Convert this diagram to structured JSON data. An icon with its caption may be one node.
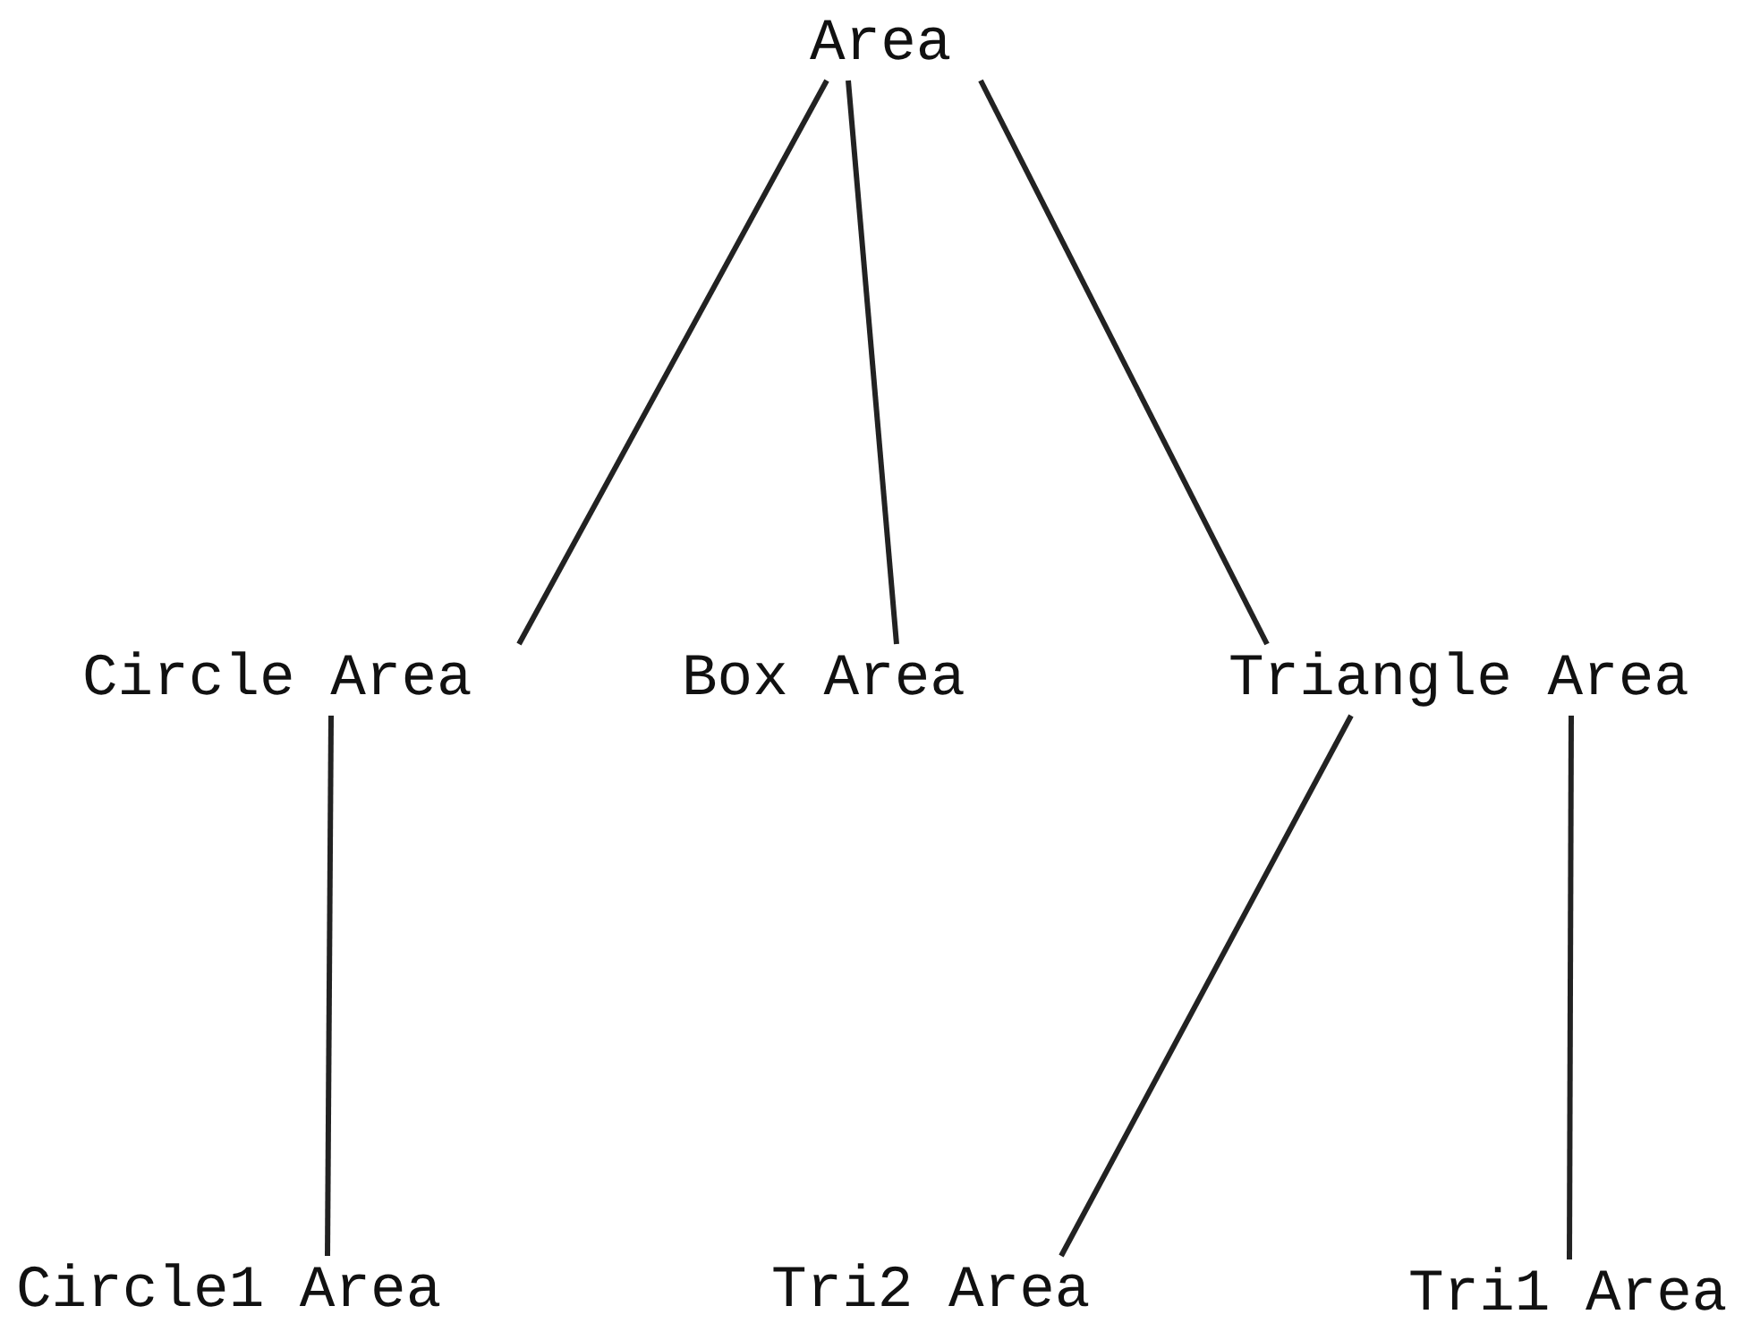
{
  "diagram": {
    "nodes": [
      {
        "text": [
          "Area"
        ]
      },
      {
        "text": [
          "Circle Area"
        ]
      },
      {
        "text": [
          "Box Area"
        ]
      },
      {
        "text": [
          "Triangle Area"
        ]
      },
      {
        "text": [
          "Circle1 Area"
        ]
      },
      {
        "text": [
          "Tri2 Area"
        ]
      },
      {
        "text": [
          "Tri1 Area"
        ]
      }
    ],
    "edges": [
      {
        "from": 0,
        "to": 1,
        "arrow": "none"
      },
      {
        "from": 0,
        "to": 2,
        "arrow": "none"
      },
      {
        "from": 0,
        "to": 3,
        "arrow": "none"
      },
      {
        "from": 1,
        "to": 4,
        "arrow": "none"
      },
      {
        "from": 3,
        "to": 5,
        "arrow": "none"
      },
      {
        "from": 3,
        "to": 6,
        "arrow": "none"
      }
    ]
  }
}
